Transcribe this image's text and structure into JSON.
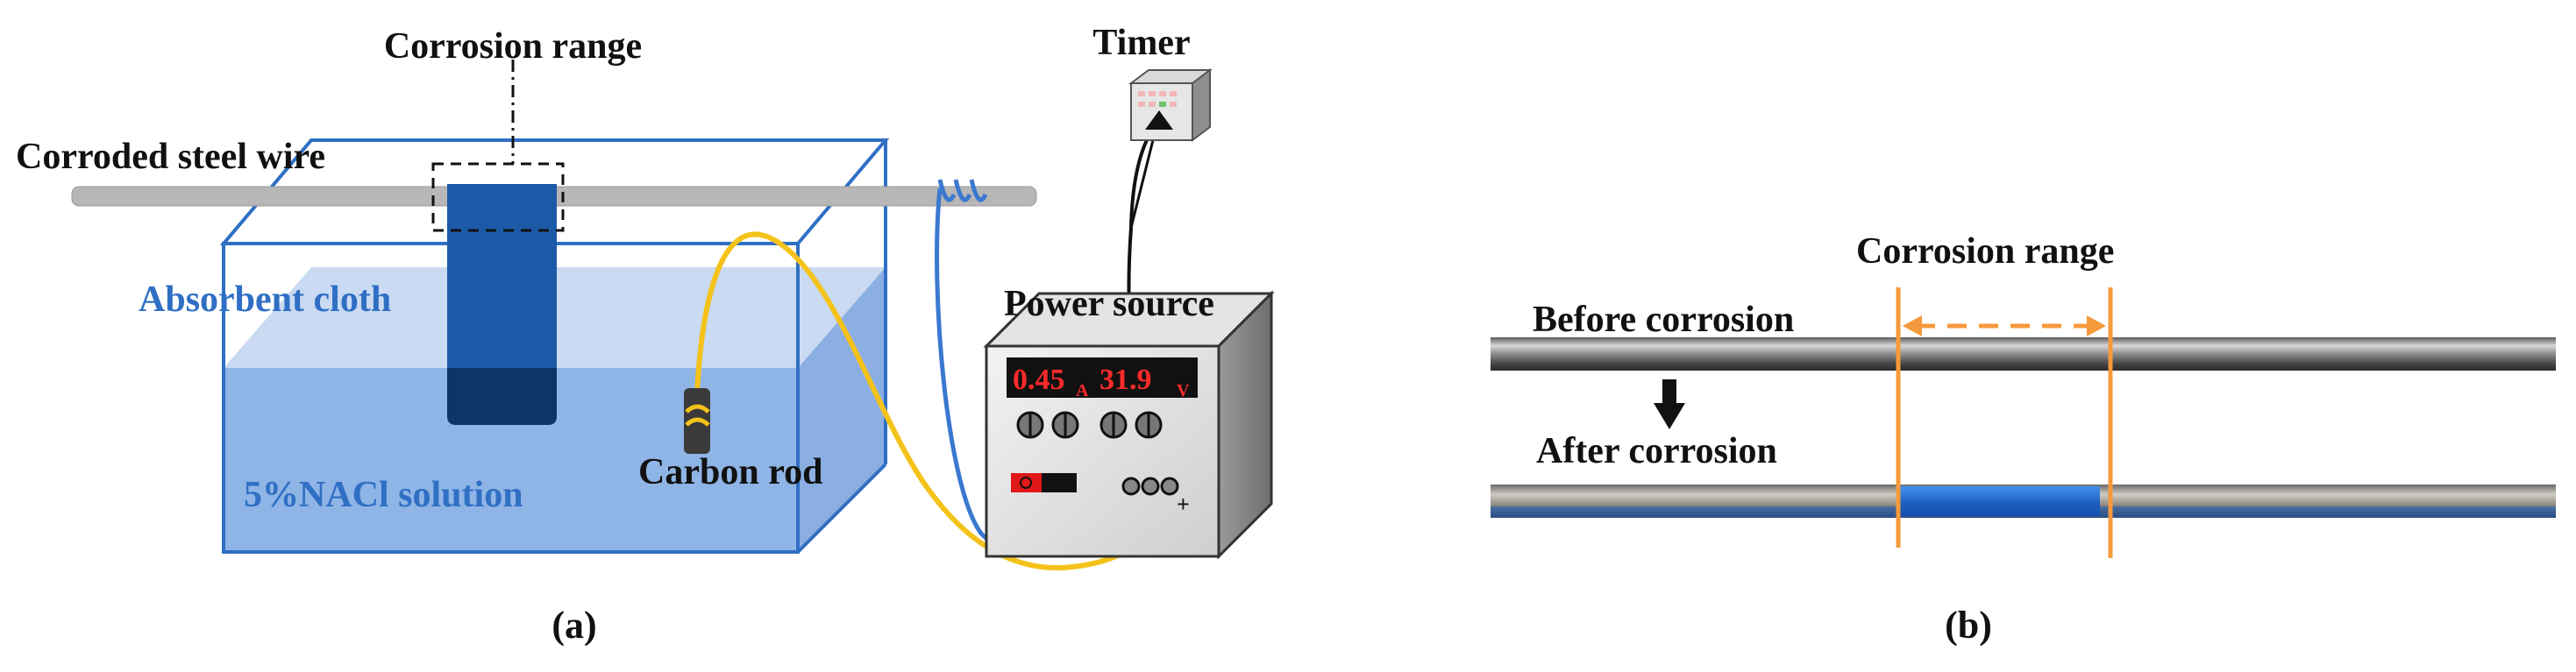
{
  "panel_a": {
    "caption": "(a)",
    "labels": {
      "corrosion_range": "Corrosion range",
      "corroded_steel_wire": "Corroded steel wire",
      "timer": "Timer",
      "absorbent_cloth": "Absorbent cloth",
      "power_source": "Power source",
      "carbon_rod": "Carbon rod",
      "solution": "5%NACl solution"
    },
    "power_display": {
      "current_value": "0.45",
      "current_unit": "A",
      "voltage_value": "31.9",
      "voltage_unit": "V"
    },
    "terminal_sign": "+",
    "colors": {
      "tank_outline": "#2f6fc4",
      "solution_fill": "#8fb4e6",
      "cloth": "#1c5aa8",
      "cloth_wet": "#0e3566",
      "steel_wire": "#b7b7b7",
      "wire_yellow": "#f4c21a",
      "wire_blue": "#3b78d0",
      "display_text": "#ff2a2a",
      "label_blue": "#2f6fc4"
    }
  },
  "panel_b": {
    "caption": "(b)",
    "labels": {
      "corrosion_range": "Corrosion range",
      "before": "Before corrosion",
      "after": "After corrosion"
    },
    "colors": {
      "range_lines": "#f59a3c",
      "corrosion_blue": "#1f73d9"
    }
  }
}
